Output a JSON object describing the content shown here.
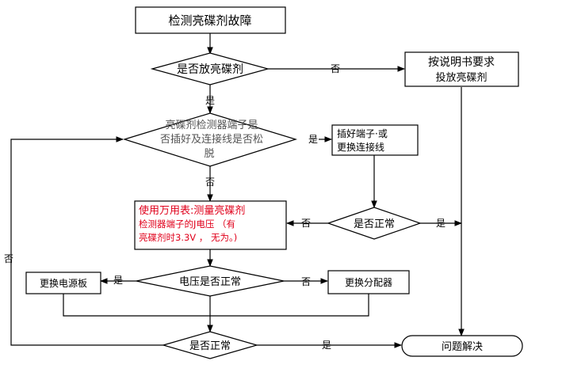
{
  "title": "检测亮碟剂故障",
  "decision_add": "是否放亮碟剂",
  "box_add_per_manual": [
    "按说明书要求",
    "投放亮碟剂"
  ],
  "decision_sensor": [
    "亮碟剂检测器端子是",
    "否插好及连接线是否松",
    "脱"
  ],
  "box_plug_in": [
    "插好端子·或",
    "更换连接线"
  ],
  "decision_normal_1": "是否正常",
  "box_measure": [
    "使用万用表:测量亮碟剂",
    "检测器端子的J电压 （有",
    "亮碟剂时3.3V ， 无为。)"
  ],
  "decision_voltage": "电压是否正常",
  "box_power": "更换电源板",
  "box_distributor": "更换分配器",
  "decision_normal_2": "是否正常",
  "terminal_solved": "问题解决",
  "labels": {
    "no_add": "否",
    "yes_add": "是",
    "yes_sensor": "是",
    "no_sensor": "否",
    "no_normal1": "否",
    "yes_normal1": "是",
    "yes_voltage": "是",
    "no_voltage": "否",
    "yes_final": "是",
    "no_final": "否"
  },
  "colors": {
    "line": "#000000",
    "box_stroke": "#000000",
    "red_text": "#e0001b",
    "text": "#000000",
    "gray_text": "#555555"
  }
}
